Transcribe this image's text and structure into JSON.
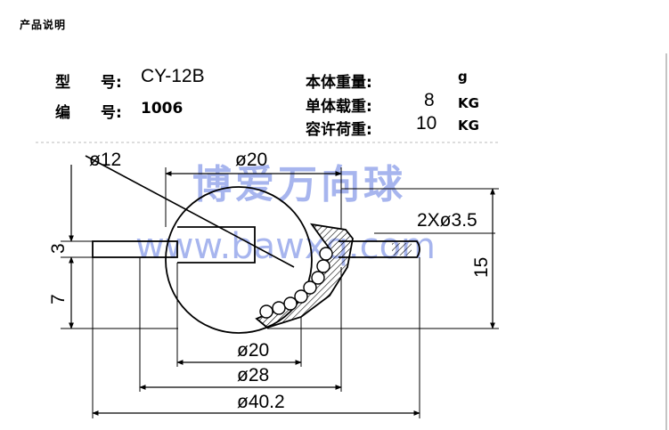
{
  "header": {
    "title": "产品说明"
  },
  "specs": {
    "model_label": "型　　号:",
    "model_value": "CY-12B",
    "code_label": "编　　号:",
    "code_value": "1006",
    "weight_label": "本体重量:",
    "weight_value": "",
    "weight_unit": "g",
    "load_label": "单体载重:",
    "load_value": "8",
    "load_unit": "KG",
    "allow_label": "容许荷重:",
    "allow_value": "10",
    "allow_unit": "KG"
  },
  "drawing": {
    "dim_ball_top": "ø12",
    "dim_top": "ø20",
    "dim_holes": "2Xø3.5",
    "dim_height": "15",
    "dim_flange": "3",
    "dim_lower": "7",
    "dim_inner": "ø20",
    "dim_mid": "ø28",
    "dim_outer": "ø40.2"
  },
  "watermark": {
    "text_cn": "博爱万向球",
    "text_url": "www.bawxq.com"
  }
}
